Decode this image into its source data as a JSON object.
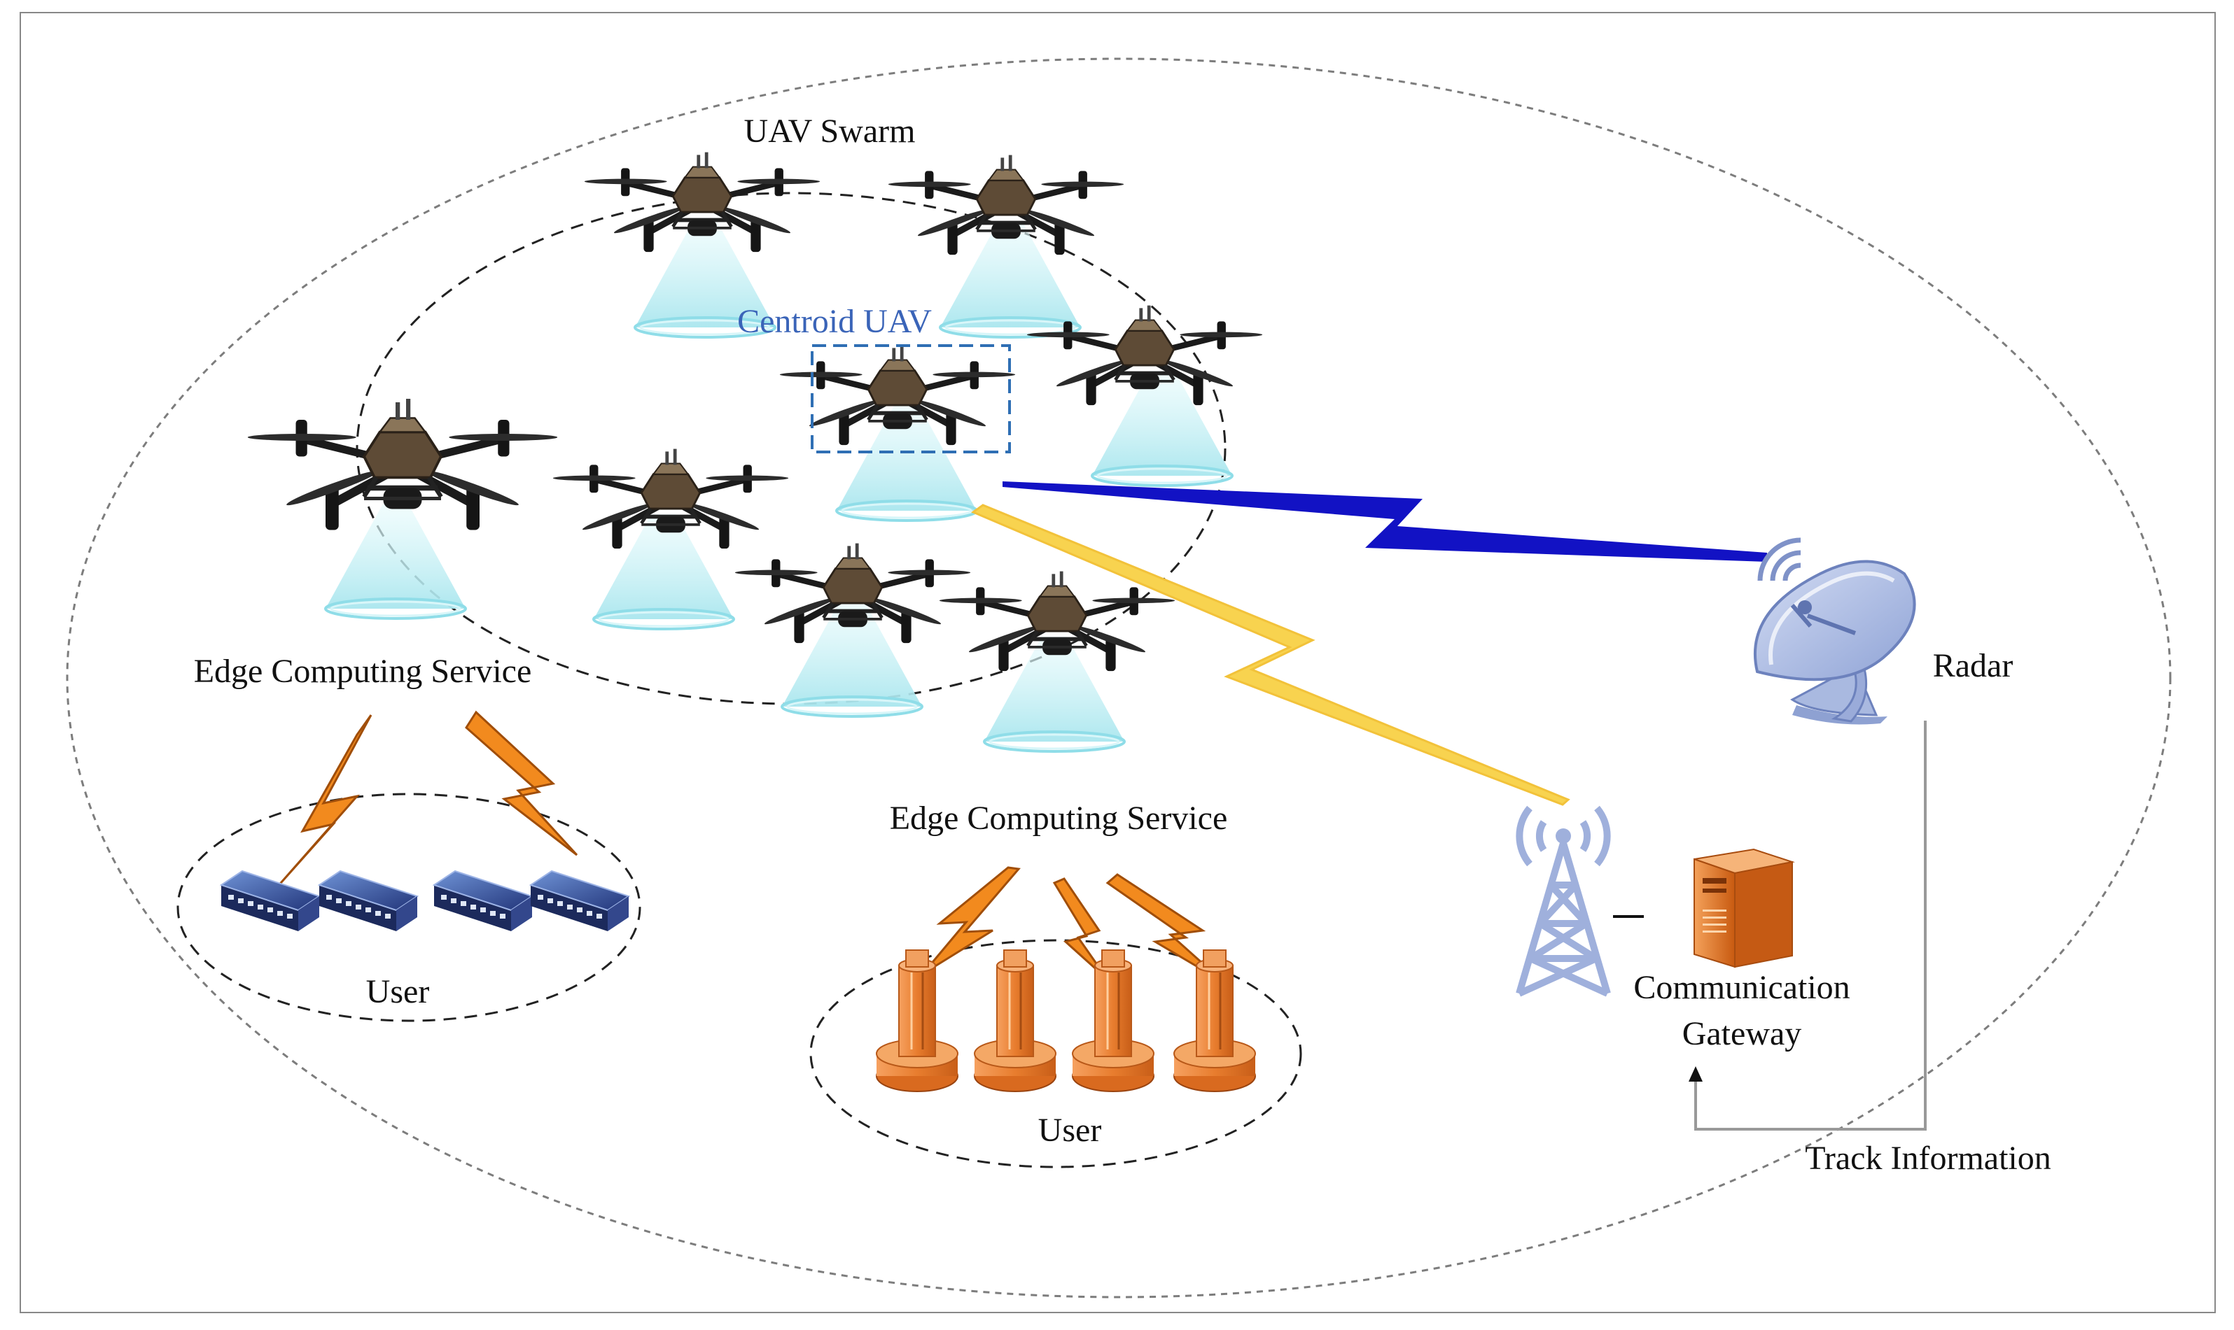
{
  "labels": {
    "uav_swarm": "UAV Swarm",
    "centroid_uav": "Centroid UAV",
    "edge_service_left": "Edge Computing Service",
    "edge_service_center": "Edge Computing Service",
    "user_left": "User",
    "user_center": "User",
    "radar": "Radar",
    "gateway_line1": "Communication",
    "gateway_line2": "Gateway",
    "track_information": "Track Information"
  },
  "colors": {
    "uav_link": "#1414c8",
    "gateway_link": "#f9d24a",
    "edge_lightning": "#f28a1e",
    "centroid_box": "#2f6fb4",
    "beam": "#bff0f4",
    "radar": "#a9b9e0",
    "tower": "#9fb0dc",
    "server": "#e46f1b"
  },
  "icons": {
    "uav": "quadcopter-drone-icon",
    "radar": "radar-dish-icon",
    "tower": "antenna-tower-icon",
    "server": "server-icon",
    "user_device_left": "network-switch-icon",
    "user_device_center": "sensor-terminal-icon"
  }
}
